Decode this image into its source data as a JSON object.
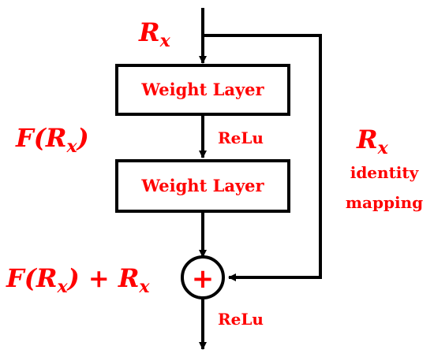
{
  "input_label": {
    "main": "R",
    "sub": "x"
  },
  "residual_label": {
    "prefix": "F(R",
    "sub": "x",
    "suffix": ")"
  },
  "output_label": {
    "prefix": "F(R",
    "sub1": "x",
    "mid": ") + R",
    "sub2": "x"
  },
  "layer1": {
    "label": "Weight Layer"
  },
  "layer2": {
    "label": "Weight Layer"
  },
  "relu_mid": "ReLu",
  "relu_out": "ReLu",
  "identity": {
    "main": "R",
    "sub": "x",
    "line1": "identity",
    "line2": "mapping"
  },
  "sum_symbol": "+",
  "colors": {
    "accent": "#ff0000",
    "stroke": "#000000"
  }
}
